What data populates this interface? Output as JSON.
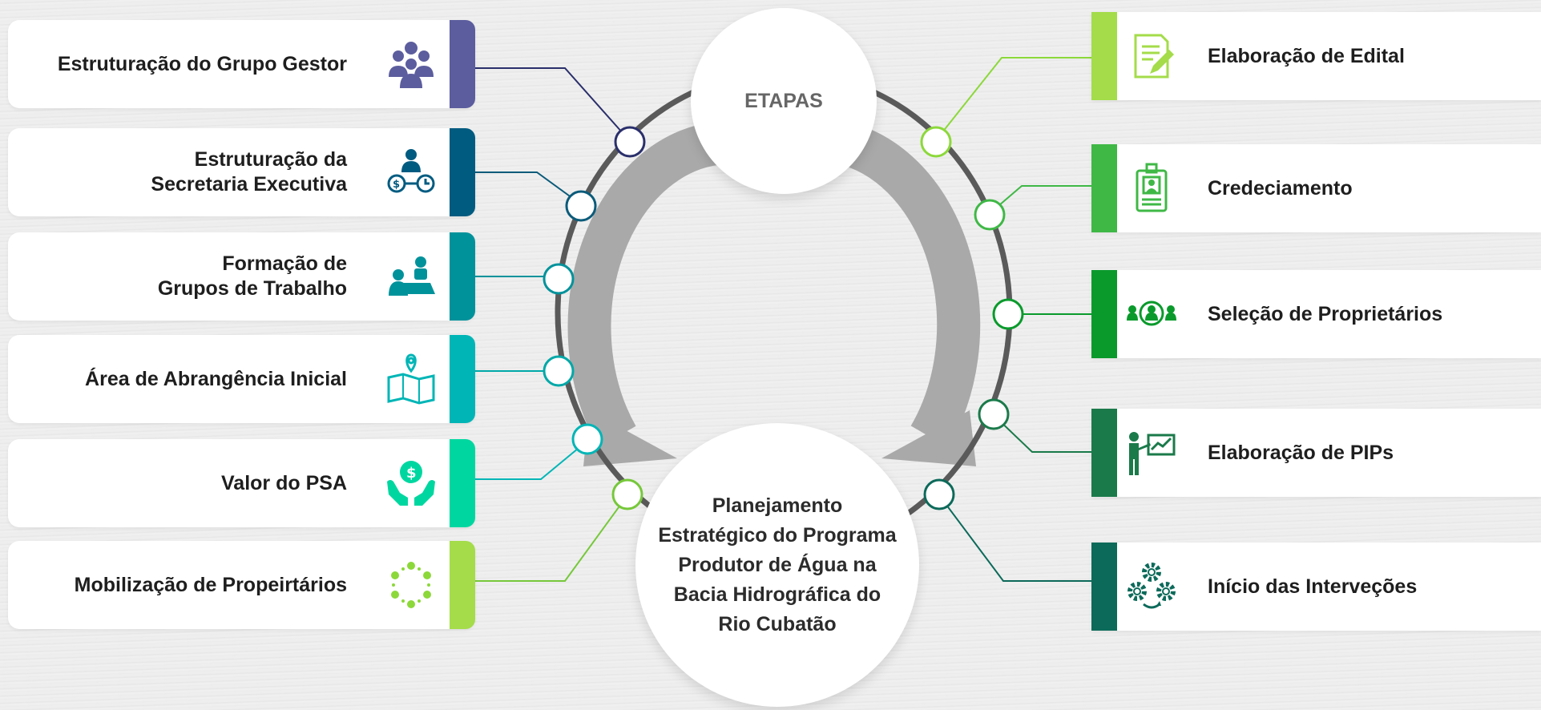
{
  "center_title": "ETAPAS",
  "center_text": "Planejamento\nEstratégico do Programa\nProdutor de Água na\nBacia Hidrográfica do\nRio Cubatão",
  "left_steps": [
    {
      "label": "Estruturação do Grupo Gestor",
      "color": "#5c5d9e",
      "icon": "people-group-icon"
    },
    {
      "label": "Estruturação da\nSecretaria Executiva",
      "color": "#005b80",
      "icon": "manager-money-clock-icon"
    },
    {
      "label": "Formação de\nGrupos de Trabalho",
      "color": "#00929b",
      "icon": "meeting-group-icon"
    },
    {
      "label": "Área de Abrangência Inicial",
      "color": "#00b5b6",
      "icon": "map-pin-icon"
    },
    {
      "label": "Valor do PSA",
      "color": "#00d7a0",
      "icon": "money-hands-icon"
    },
    {
      "label": "Mobilização de Propeirtários",
      "color": "#a4dc4a",
      "icon": "people-circle-icon"
    }
  ],
  "right_steps": [
    {
      "label": "Elaboração de Edital",
      "color": "#a4dc4a",
      "icon": "document-pen-icon"
    },
    {
      "label": "Credeciamento",
      "color": "#3fb846",
      "icon": "id-badge-icon"
    },
    {
      "label": "Seleção de Proprietários",
      "color": "#0a9a2c",
      "icon": "group-selection-icon"
    },
    {
      "label": "Elaboração de PIPs",
      "color": "#1a7a4a",
      "icon": "presentation-icon"
    },
    {
      "label": "Início das Interveções",
      "color": "#0c6a5a",
      "icon": "gears-icon"
    }
  ]
}
